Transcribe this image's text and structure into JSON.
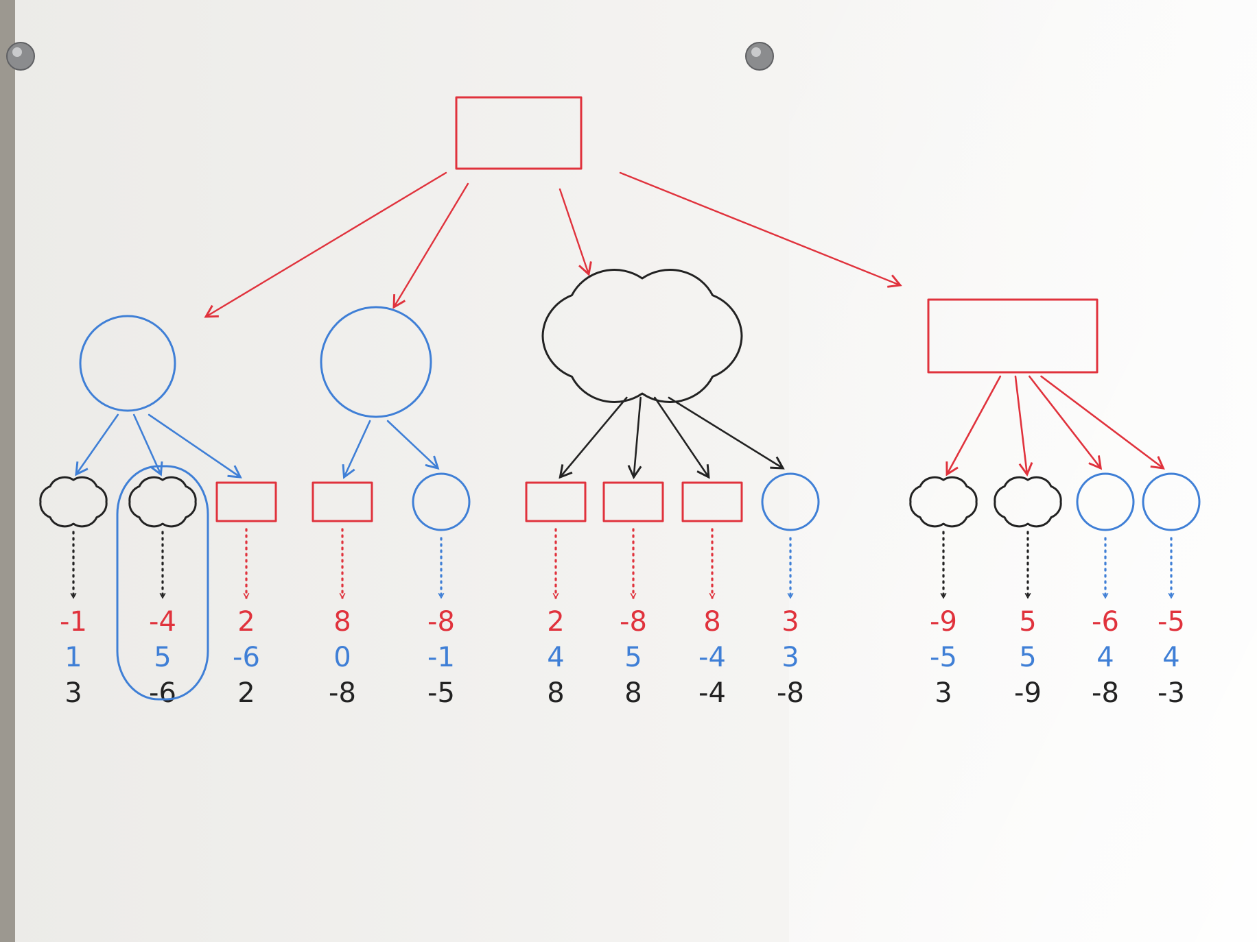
{
  "colors": {
    "red": "#e0323c",
    "blue": "#3f7fd6",
    "black": "#222222",
    "board": "#f3f1ee",
    "glare": "#ffffff"
  },
  "tree": {
    "root": {
      "shape": "rectangle",
      "color": "red"
    },
    "branches": [
      {
        "shape": "circle",
        "color": "blue",
        "highlighted_leaf": 1,
        "leaves": [
          {
            "shape": "cloud",
            "color": "black",
            "values": [
              "-1",
              "1",
              "3"
            ]
          },
          {
            "shape": "cloud",
            "color": "black",
            "values": [
              "-4",
              "5",
              "-6"
            ]
          },
          {
            "shape": "rectangle",
            "color": "red",
            "values": [
              "2",
              "-6",
              "2"
            ]
          }
        ]
      },
      {
        "shape": "circle",
        "color": "blue",
        "leaves": [
          {
            "shape": "rectangle",
            "color": "red",
            "values": [
              "8",
              "0",
              "-8"
            ]
          },
          {
            "shape": "circle",
            "color": "blue",
            "values": [
              "-8",
              "-1",
              "-5"
            ]
          }
        ]
      },
      {
        "shape": "cloud",
        "color": "black",
        "leaves": [
          {
            "shape": "rectangle",
            "color": "red",
            "values": [
              "2",
              "4",
              "8"
            ]
          },
          {
            "shape": "rectangle",
            "color": "red",
            "values": [
              "-8",
              "5",
              "8"
            ]
          },
          {
            "shape": "rectangle",
            "color": "red",
            "values": [
              "8",
              "-4",
              "-4"
            ]
          },
          {
            "shape": "circle",
            "color": "blue",
            "values": [
              "3",
              "3",
              "-8"
            ]
          }
        ]
      },
      {
        "shape": "rectangle",
        "color": "red",
        "leaves": [
          {
            "shape": "cloud",
            "color": "black",
            "values": [
              "-9",
              "-5",
              "3"
            ]
          },
          {
            "shape": "cloud",
            "color": "black",
            "values": [
              "5",
              "5",
              "-9"
            ]
          },
          {
            "shape": "circle",
            "color": "blue",
            "values": [
              "-6",
              "4",
              "-8"
            ]
          },
          {
            "shape": "circle",
            "color": "blue",
            "values": [
              "-5",
              "4",
              "-3"
            ]
          }
        ]
      }
    ]
  }
}
